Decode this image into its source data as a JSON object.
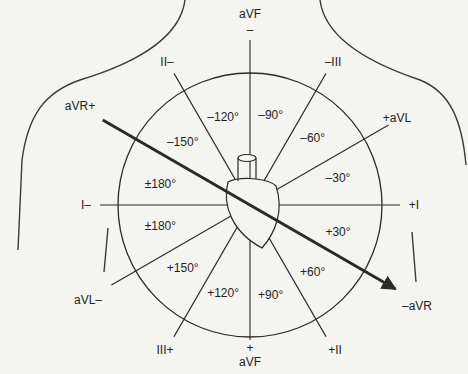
{
  "diagram": {
    "labels": [
      "aVF",
      "–",
      "II–",
      "–III",
      "–120°",
      "–90°",
      "–60°",
      "–150°",
      "+aVL",
      "–30°",
      "aVR+",
      "±180°",
      "I–",
      "±180°",
      "+150°",
      "aVL–",
      "+120°",
      "III+",
      "+90°",
      "+II",
      "–aVR",
      "+30°",
      "+60°",
      "+I",
      "+",
      "aVF"
    ]
  }
}
